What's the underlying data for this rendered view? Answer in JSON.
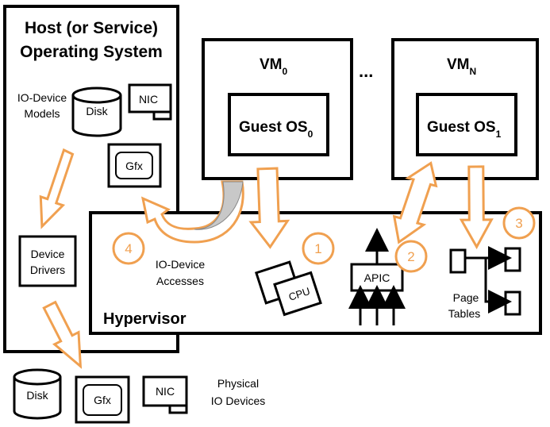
{
  "host": {
    "title_line1": "Host (or Service)",
    "title_line2": "Operating System",
    "io_models_line1": "IO-Device",
    "io_models_line2": "Models",
    "device_drivers_line1": "Device",
    "device_drivers_line2": "Drivers"
  },
  "host_devices": {
    "disk": "Disk",
    "nic": "NIC",
    "gfx": "Gfx"
  },
  "vms": [
    {
      "name": "VM",
      "subscript": "0",
      "guest": "Guest OS",
      "guest_subscript": "0"
    },
    {
      "name": "VM",
      "subscript": "N",
      "guest": "Guest OS",
      "guest_subscript": "1"
    }
  ],
  "ellipsis": "...",
  "hypervisor": {
    "label": "Hypervisor",
    "io_access_line1": "IO-Device",
    "io_access_line2": "Accesses",
    "cpu": "CPU",
    "apic": "APIC",
    "page_tables_line1": "Page",
    "page_tables_line2": "Tables"
  },
  "callouts": [
    "1",
    "2",
    "3",
    "4"
  ],
  "physical": {
    "disk": "Disk",
    "gfx": "Gfx",
    "nic": "NIC",
    "label_line1": "Physical",
    "label_line2": "IO Devices"
  },
  "colors": {
    "accent": "#f0a050",
    "outline": "#000000",
    "hook_fill": "#c8c8c8"
  }
}
